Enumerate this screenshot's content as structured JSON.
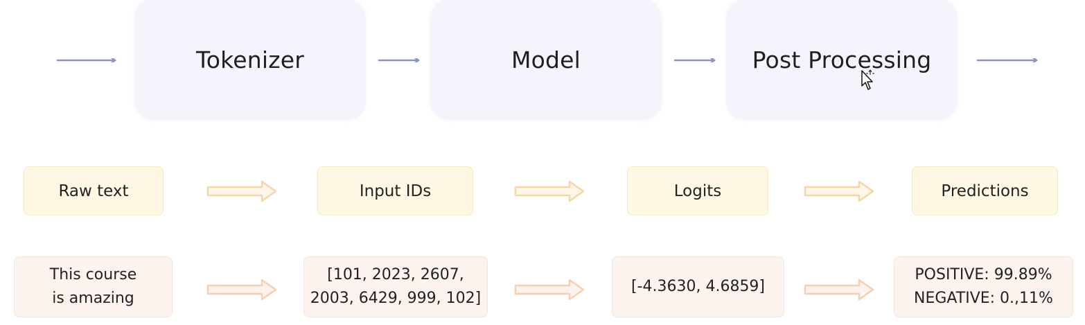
{
  "stages": [
    {
      "label": "Tokenizer"
    },
    {
      "label": "Model"
    },
    {
      "label": "Post Processing"
    }
  ],
  "row_labels": [
    {
      "label": "Raw text"
    },
    {
      "label": "Input IDs"
    },
    {
      "label": "Logits"
    },
    {
      "label": "Predictions"
    }
  ],
  "row_values": {
    "raw_text": [
      "This course",
      "is amazing"
    ],
    "input_ids": [
      "[101, 2023, 2607,",
      "2003, 6429, 999, 102]"
    ],
    "logits": [
      "[-4.3630, 4.6859]"
    ],
    "predictions": [
      "POSITIVE: 99.89%",
      "NEGATIVE: 0.,11%"
    ]
  },
  "colors": {
    "stage_box": "#f3f4fc",
    "stage_arrow": "#8b92c9",
    "label_box": "#fdf7e3",
    "value_box": "#fdf3ee",
    "block_arrow_stroke": "#f5d6a6",
    "block_arrow_fill": "#fdf6e8"
  },
  "icons": {
    "cursor": "move-cursor-icon"
  }
}
